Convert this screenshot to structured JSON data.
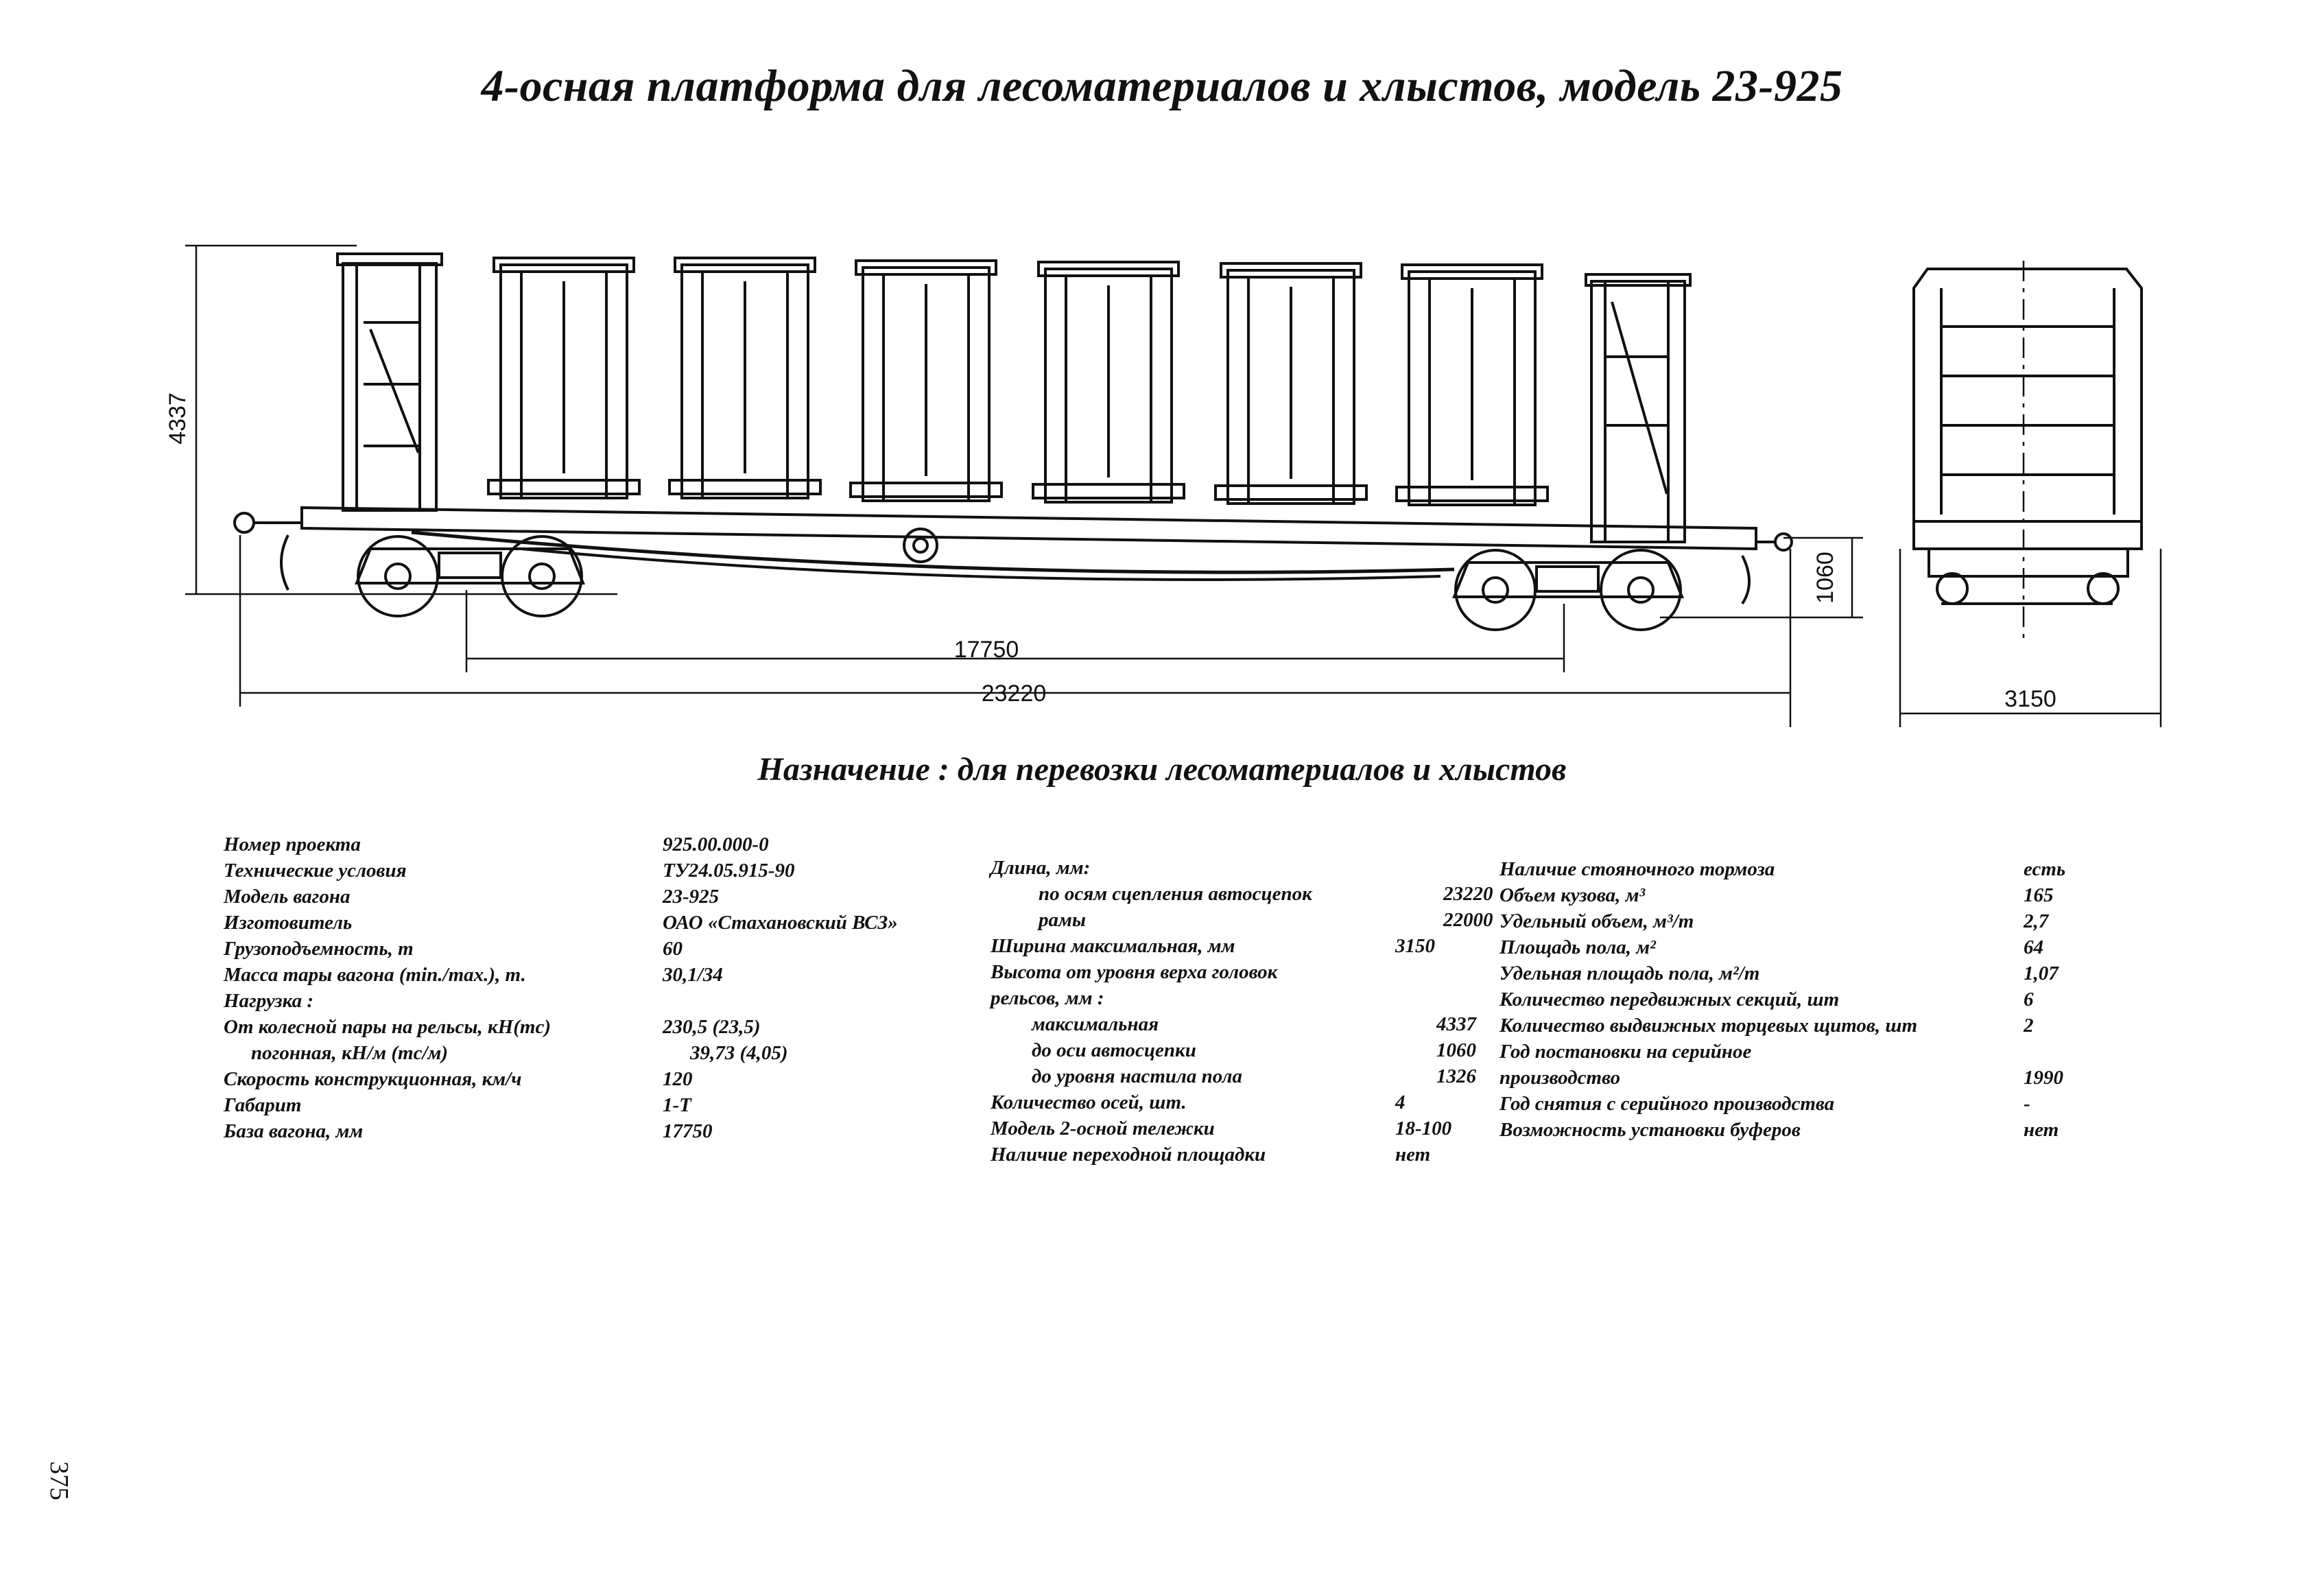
{
  "title": "4-осная платформа для лесоматериалов и хлыстов, модель 23-925",
  "subtitle": "Назначение : для перевозки лесоматериалов и хлыстов",
  "page_number": "375",
  "dimensions": {
    "height_total": "4337",
    "coupler_height": "1060",
    "base": "17750",
    "length_couplers": "23220",
    "width": "3150"
  },
  "specs_col1": [
    {
      "label": "Номер проекта",
      "value": "925.00.000-0"
    },
    {
      "label": "Технические условия",
      "value": "ТУ24.05.915-90"
    },
    {
      "label": "Модель вагона",
      "value": "23-925"
    },
    {
      "label": "Изготовитель",
      "value": "ОАО «Стахановский ВСЗ»"
    },
    {
      "label": "Грузоподъемность, т",
      "value": "60"
    },
    {
      "label": "Масса тары вагона (min./max.), т.",
      "value": "30,1/34"
    },
    {
      "label": "Нагрузка :",
      "value": ""
    },
    {
      "label": "От колесной пары на рельсы, кН(тс)",
      "value": "230,5 (23,5)"
    },
    {
      "label": "погонная, кН/м (тс/м)",
      "value": "39,73 (4,05)"
    },
    {
      "label": "Скорость конструкционная, км/ч",
      "value": "120"
    },
    {
      "label": "Габарит",
      "value": "1-Т"
    },
    {
      "label": "База вагона, мм",
      "value": "17750"
    }
  ],
  "specs_col2": [
    {
      "label": "Длина, мм:",
      "value": ""
    },
    {
      "label": "по осям сцепления автосцепок",
      "value": "23220"
    },
    {
      "label": "рамы",
      "value": "22000"
    },
    {
      "label": "Ширина максимальная, мм",
      "value": "3150"
    },
    {
      "label": "Высота от уровня верха головок",
      "value": ""
    },
    {
      "label": "рельсов, мм :",
      "value": ""
    },
    {
      "label": "максимальная",
      "value": "4337"
    },
    {
      "label": "до оси автосцепки",
      "value": "1060"
    },
    {
      "label": "до уровня настила пола",
      "value": "1326"
    },
    {
      "label": "Количество осей, шт.",
      "value": "4"
    },
    {
      "label": "Модель 2-осной тележки",
      "value": "18-100"
    },
    {
      "label": "Наличие переходной площадки",
      "value": "нет"
    }
  ],
  "specs_col3": [
    {
      "label": "Наличие стояночного тормоза",
      "value": "есть"
    },
    {
      "label": "Объем кузова, м³",
      "value": "165"
    },
    {
      "label": "Удельный объем, м³/т",
      "value": "2,7"
    },
    {
      "label": "Площадь пола, м²",
      "value": "64"
    },
    {
      "label": "Удельная площадь пола, м²/т",
      "value": "1,07"
    },
    {
      "label": "Количество передвижных секций, шт",
      "value": "6"
    },
    {
      "label": "Количество выдвижных торцевых щитов, шт",
      "value": "2"
    },
    {
      "label": "Год постановки на серийное",
      "value": ""
    },
    {
      "label": "производство",
      "value": "1990"
    },
    {
      "label": "Год снятия с серийного производства",
      "value": "-"
    },
    {
      "label": "Возможность установки буферов",
      "value": "нет"
    }
  ]
}
